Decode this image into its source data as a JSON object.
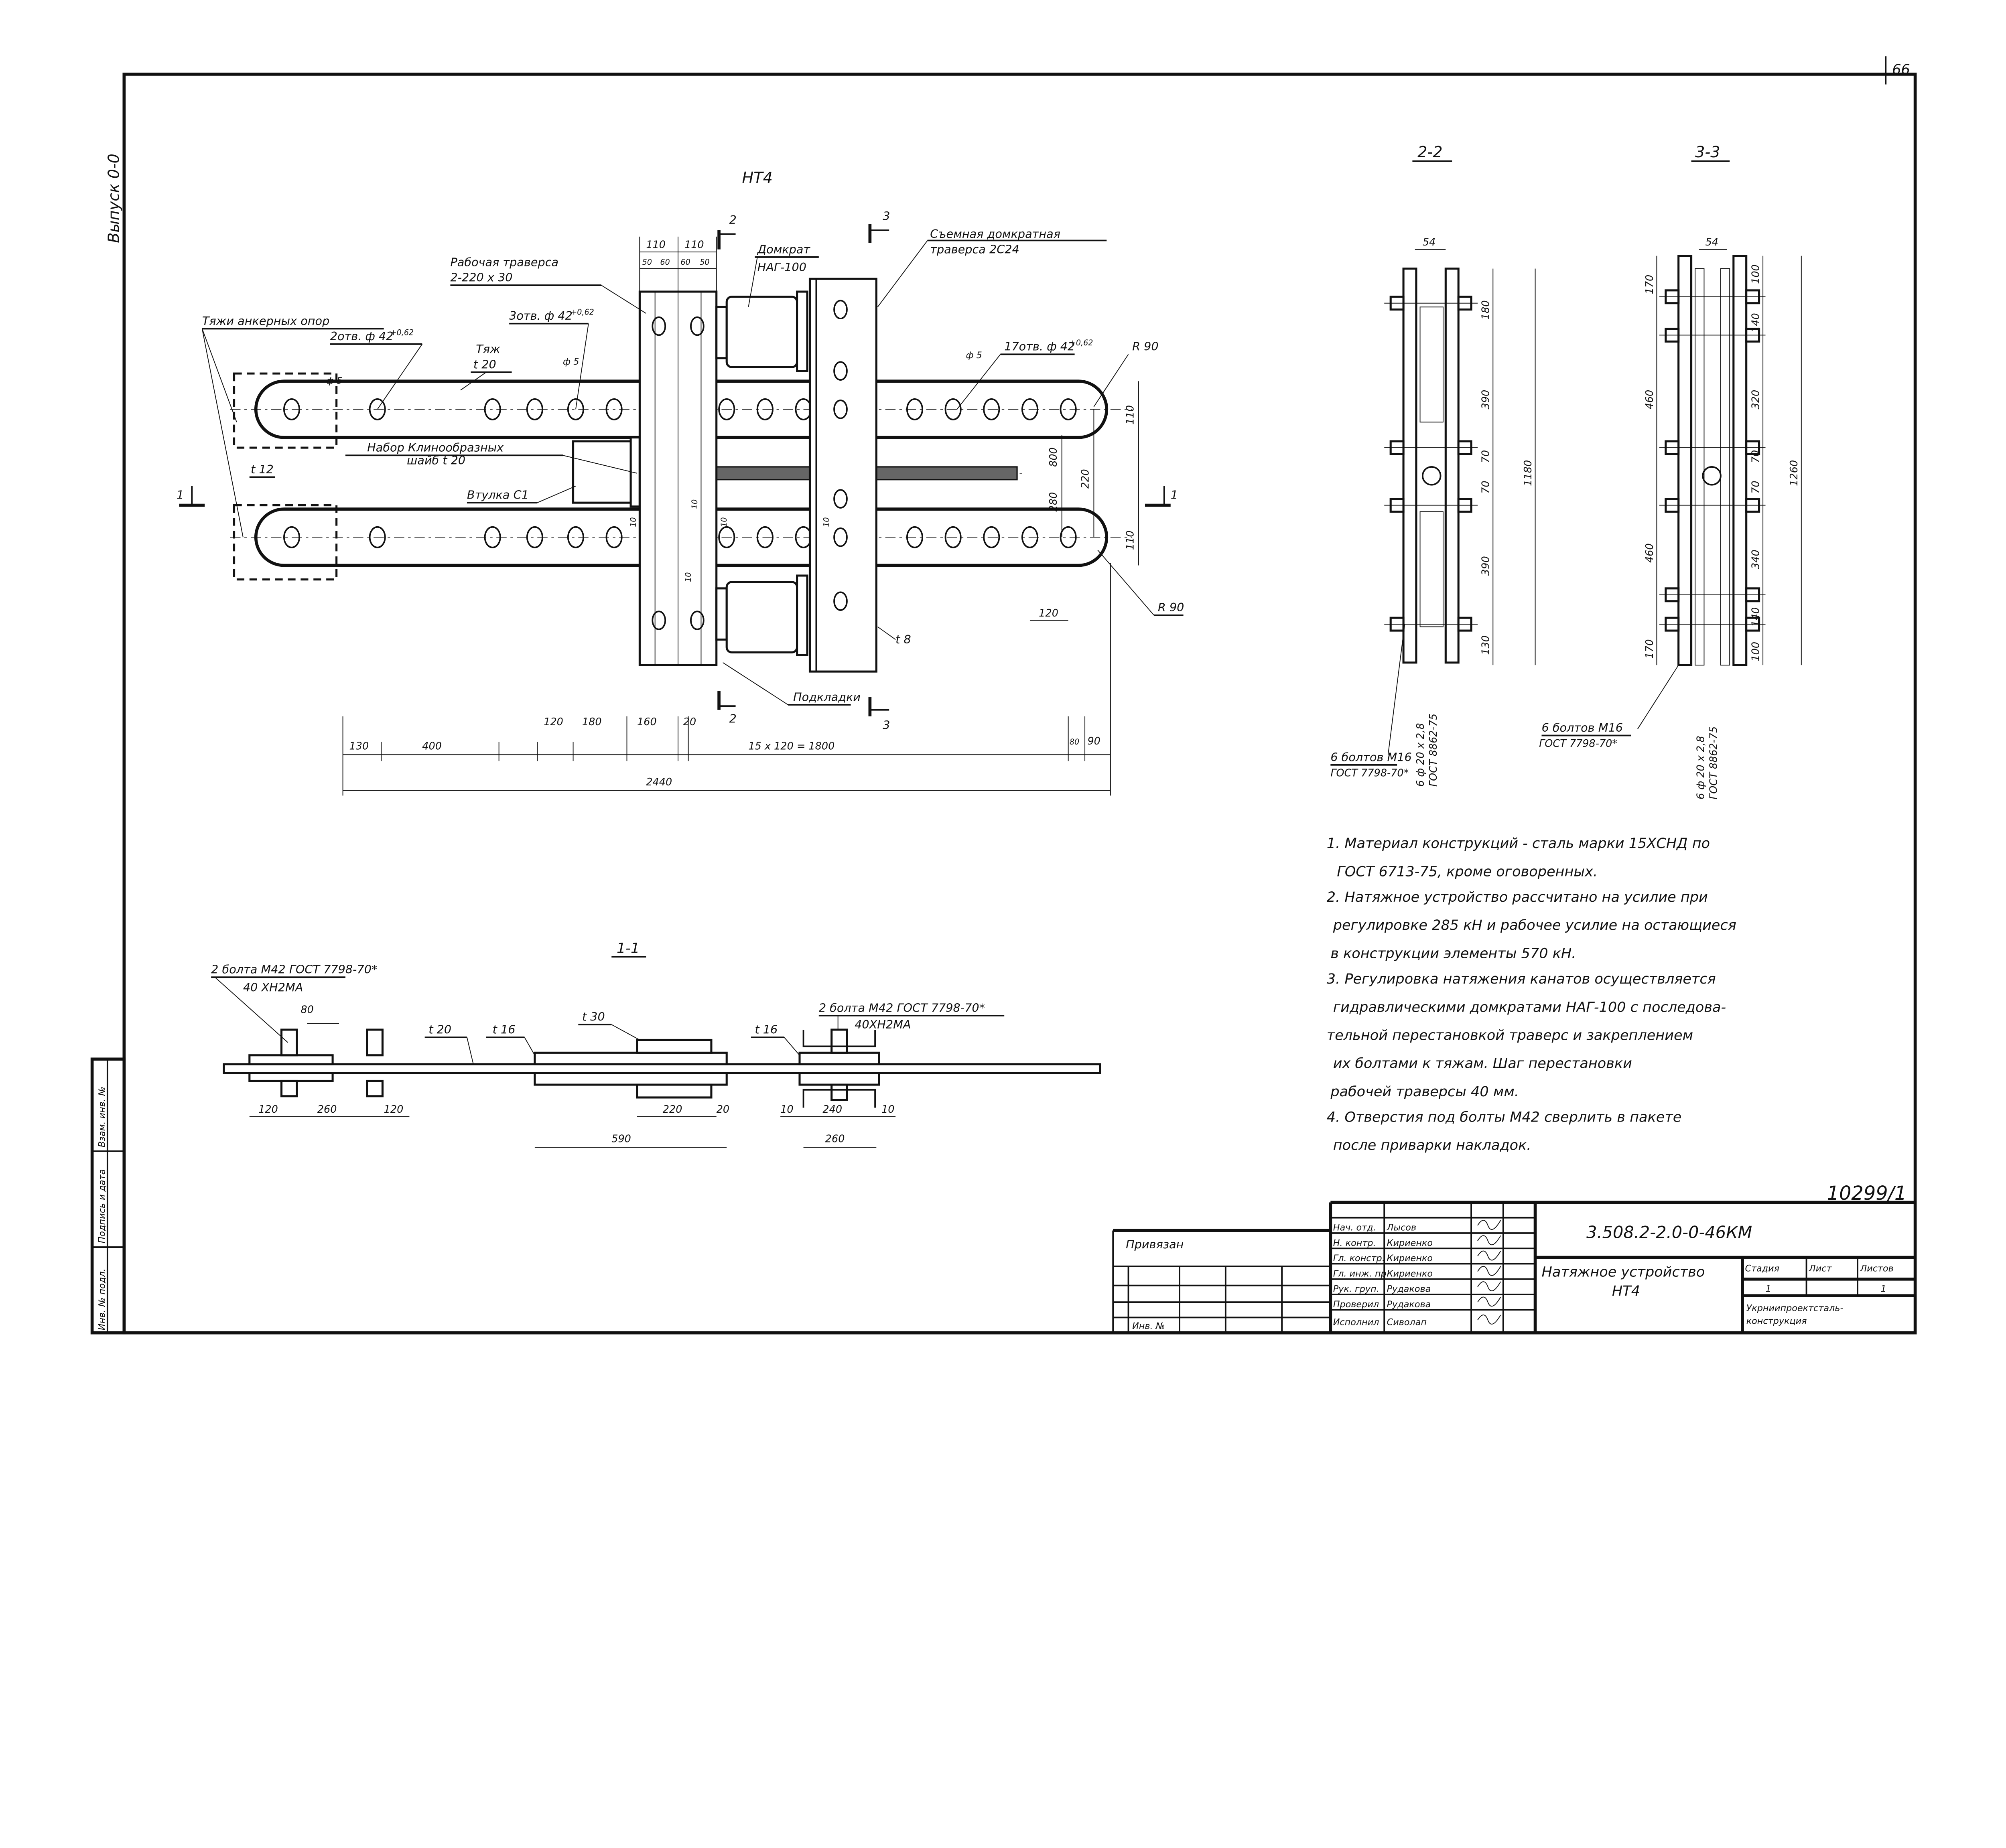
{
  "sheet": {
    "page_number": "66",
    "issue_label": "Выпуск 0-0",
    "archive_number": "10299/1"
  },
  "side_strip": {
    "inv_no": "Инв. № подл.",
    "sign_date": "Подпись и дата",
    "replace_inv": "Взам. инв. №"
  },
  "main_view": {
    "title": "НТ4",
    "labels": {
      "anchor_rods": "Тяжи анкерных опор",
      "holes_2": "2отв. ф 42",
      "holes_2_tol": "+0,62",
      "rod": "Тяж",
      "rod_t": "t 20",
      "holes_3": "3отв. ф 42",
      "holes_3_tol": "+0,62",
      "working_traverse": "Рабочая траверса",
      "working_traverse_size": "2-220 x 30",
      "jack": "Домкрат",
      "jack_model": "НАГ-100",
      "jack_traverse": "Съемная домкратная",
      "jack_traverse_2": "траверса 2С24",
      "holes_17": "17отв. ф 42",
      "holes_17_tol": "+0,62",
      "radius_top": "R 90",
      "radius_bottom": "R 90",
      "set_plates": "Набор Клинообразных",
      "set_plates_2": "шайб t 20",
      "bush": "Втулка С1",
      "t12": "t 12",
      "t8": "t 8",
      "pads": "Подкладки",
      "phi5a": "ф 5",
      "phi5b": "ф 5",
      "phi5c": "ф 5",
      "section_1": "1",
      "section_1r": "1",
      "section_2": "2",
      "section_2b": "2",
      "section_3": "3",
      "section_3b": "3"
    },
    "dims_top": [
      "110",
      "110",
      "50",
      "60",
      "60",
      "50"
    ],
    "dims_right": [
      "110",
      "800",
      "280",
      "220",
      "110"
    ],
    "dim_120": "120",
    "dims_inner": [
      "10",
      "10",
      "10",
      "10",
      "10"
    ],
    "dims_bottom": [
      "130",
      "400",
      "120",
      "180",
      "160",
      "20",
      "15 x 120 = 1800",
      "80",
      "90"
    ],
    "dim_total": "2440"
  },
  "section_2_2": {
    "title": "2-2",
    "dim_width": "54",
    "dims": [
      "180",
      "390",
      "70",
      "70",
      "390",
      "130"
    ],
    "dim_total": "1180",
    "bolts_note": "6 болтов М16",
    "bolts_std": "ГОСТ 7798-70*",
    "washer_note": "6 ф 20 x 2,8",
    "washer_std": "ГОСТ 8862-75"
  },
  "section_3_3": {
    "title": "3-3",
    "dim_width": "54",
    "dims_left": [
      "170",
      "460",
      "460",
      "170"
    ],
    "dims_right": [
      "100",
      "140",
      "320",
      "70",
      "70",
      "340",
      "140",
      "100"
    ],
    "dim_total": "1260",
    "bolts_note": "6 болтов М16",
    "bolts_std": "ГОСТ 7798-70*",
    "washer_note": "6 ф 20 x 2,8",
    "washer_std": "ГОСТ 8862-75"
  },
  "section_1_1": {
    "title": "1-1",
    "bolts_left": "2 болта М42 ГОСТ 7798-70*",
    "bolts_left_steel": "40 ХН2МА",
    "bolts_right": "2 болта М42 ГОСТ 7798-70*",
    "bolts_right_steel": "40ХН2МА",
    "t20": "t 20",
    "t16a": "t 16",
    "t30": "t 30",
    "t16b": "t 16",
    "dim_80": "80",
    "dims_left": [
      "120",
      "260",
      "120"
    ],
    "dims_mid": [
      "220",
      "20"
    ],
    "dim_590": "590",
    "dims_right": [
      "10",
      "240",
      "10"
    ],
    "dim_260": "260"
  },
  "notes": [
    "1. Материал конструкций - сталь марки 15ХСНД по",
    "ГОСТ 6713-75, кроме оговоренных.",
    "2. Натяжное устройство рассчитано на усилие при",
    "регулировке 285 кН и рабочее усилие на остающиеся",
    "в конструкции элементы 570 кН.",
    "3. Регулировка натяжения канатов осуществляется",
    "гидравлическими домкратами НАГ-100 с последова-",
    "тельной перестановкой траверс и закреплением",
    "их болтами к тяжам. Шаг перестановки",
    "рабочей траверсы 40 мм.",
    "4. Отверстия под болты М42 сверлить в пакете",
    "после приварки накладок."
  ],
  "title_block": {
    "attached": "Привязан",
    "inv_no": "Инв. №",
    "doc_code": "3.508.2-2.0-0-46КМ",
    "title_line1": "Натяжное устройство",
    "title_line2": "НТ4",
    "stage_header": "Стадия",
    "sheet_header": "Лист",
    "sheets_header": "Листов",
    "stage_value": "1",
    "sheets_value": "1",
    "organization_1": "Укрниипроектсталь-",
    "organization_2": "конструкция",
    "signers": [
      {
        "role": "Нач. отд.",
        "name": "Лысов"
      },
      {
        "role": "Н. контр.",
        "name": "Кириенко"
      },
      {
        "role": "Гл. констр.",
        "name": "Кириенко"
      },
      {
        "role": "Гл. инж. пр.",
        "name": "Кириенко"
      },
      {
        "role": "Рук. груп.",
        "name": "Рудакова"
      },
      {
        "role": "Проверил",
        "name": "Рудакова"
      },
      {
        "role": "Исполнил",
        "name": "Сиволап"
      }
    ]
  }
}
